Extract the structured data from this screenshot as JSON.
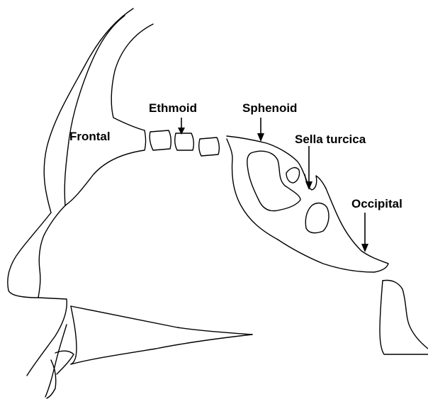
{
  "labels": {
    "frontal": "Frontal",
    "ethmoid": "Ethmoid",
    "sphenoid": "Sphenoid",
    "sella_turcica": "Sella turcica",
    "occipital": "Occipital"
  },
  "colors": {
    "line": "#000000",
    "background": "#ffffff"
  }
}
